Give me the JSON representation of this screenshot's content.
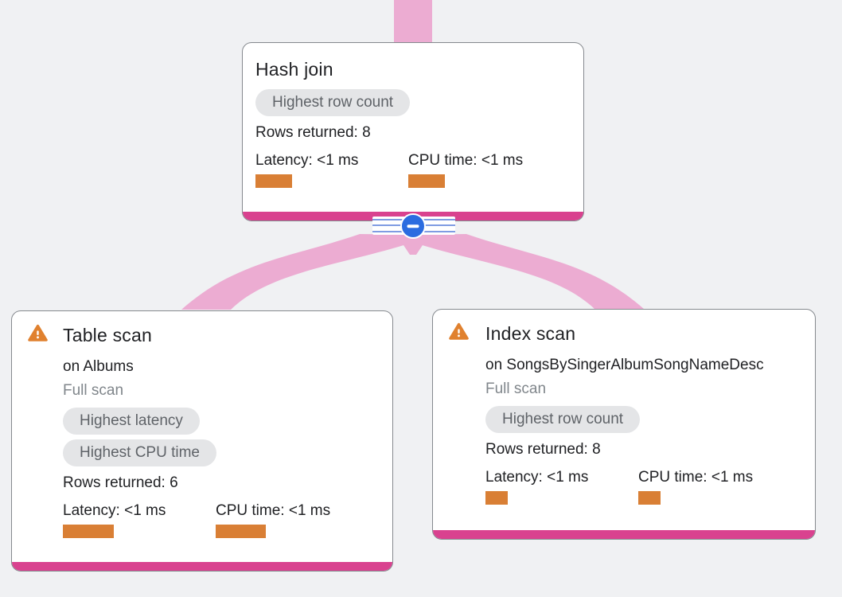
{
  "colors": {
    "canvas-bg": "#f0f1f3",
    "card-bg": "#ffffff",
    "card-border": "#85898e",
    "text-dark": "#202124",
    "text-muted": "#80868b",
    "badge-bg": "#e4e5e7",
    "badge-text": "#5f6368",
    "bar-orange": "#d97f35",
    "warning-orange": "#e0812f",
    "accent-pink": "#d9428f",
    "flow-pink": "#ecacd2",
    "handle-blue": "#2b6ce0",
    "handle-stripe": "#7f9ce2"
  },
  "nodes": {
    "hash_join": {
      "title": "Hash join",
      "badges": [
        "Highest row count"
      ],
      "rows_returned": "Rows returned: 8",
      "metrics": {
        "latency_label": "Latency: <1 ms",
        "latency_bar_width": 46,
        "cpu_label": "CPU time: <1 ms",
        "cpu_bar_width": 46
      }
    },
    "table_scan": {
      "icon": "warning-icon",
      "title": "Table scan",
      "target": "on Albums",
      "scan_type": "Full scan",
      "badges": [
        "Highest latency",
        "Highest CPU time"
      ],
      "rows_returned": "Rows returned: 6",
      "metrics": {
        "latency_label": "Latency: <1 ms",
        "latency_bar_width": 64,
        "cpu_label": "CPU time: <1 ms",
        "cpu_bar_width": 63
      }
    },
    "index_scan": {
      "icon": "warning-icon",
      "title": "Index scan",
      "target": "on SongsBySingerAlbumSongNameDesc",
      "scan_type": "Full scan",
      "badges": [
        "Highest row count"
      ],
      "rows_returned": "Rows returned: 8",
      "metrics": {
        "latency_label": "Latency: <1 ms",
        "latency_bar_width": 28,
        "cpu_label": "CPU time: <1 ms",
        "cpu_bar_width": 28
      }
    }
  },
  "edges": [
    {
      "from": "parent",
      "to": "hash-join"
    },
    {
      "from": "hash-join",
      "to": "table-scan"
    },
    {
      "from": "hash-join",
      "to": "index-scan"
    }
  ],
  "collapse_button": {
    "icon": "minus-icon",
    "state": "expanded"
  }
}
